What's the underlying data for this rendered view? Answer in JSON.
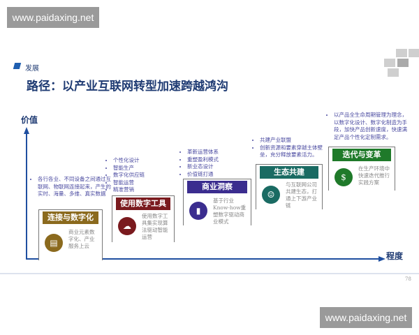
{
  "watermark": "www.paidaxing.net",
  "section": "发展",
  "title": "路径：以产业互联网转型加速跨越鸿沟",
  "axis": {
    "y_label": "价值",
    "x_label": "程度"
  },
  "page_number": "78",
  "stages": [
    {
      "title": "连接与数字化",
      "color": "#8b6a1e",
      "icon": "monitor-chart-icon",
      "desc": "商业元素数字化、产业服务上云",
      "bullets": [
        "各行各业、不同设备之间通过互联网、物联网连接起来，产生的实时、海量、多维、真实数据"
      ]
    },
    {
      "title": "使用数字工具",
      "color": "#7a1a1e",
      "icon": "cloud-icon",
      "desc": "使用数字工具集实现算法驱动智能运营",
      "bullets": [
        "个性化设计",
        "智能生产",
        "数字化供应链",
        "智能运营",
        "精准营销"
      ]
    },
    {
      "title": "商业洞察",
      "color": "#3b2d8f",
      "icon": "bar-chart-icon",
      "desc": "基于行业Know-how重塑数字驱动商业模式",
      "bullets": [
        "革新运营体系",
        "重塑盈利模式",
        "新业态设计",
        "价值链打通"
      ]
    },
    {
      "title": "生态共建",
      "color": "#1a6b63",
      "icon": "brain-head-icon",
      "desc": "与互联网公司共建生态，打通上下游产业链",
      "bullets": [
        "共建产业联盟",
        "创新资源和要素穿越主体壁垒，充分释放要素活力。"
      ]
    },
    {
      "title": "迭代与变革",
      "color": "#1f7a2a",
      "icon": "money-bag-icon",
      "desc": "在生产环境中快速迭代推行实践方案",
      "bullets": [
        "以产品全生命周期管理为理念，以数字化设计、数字化制造为手段，加快产品创新速度，快速满足产品个性化定制需求。"
      ]
    }
  ]
}
